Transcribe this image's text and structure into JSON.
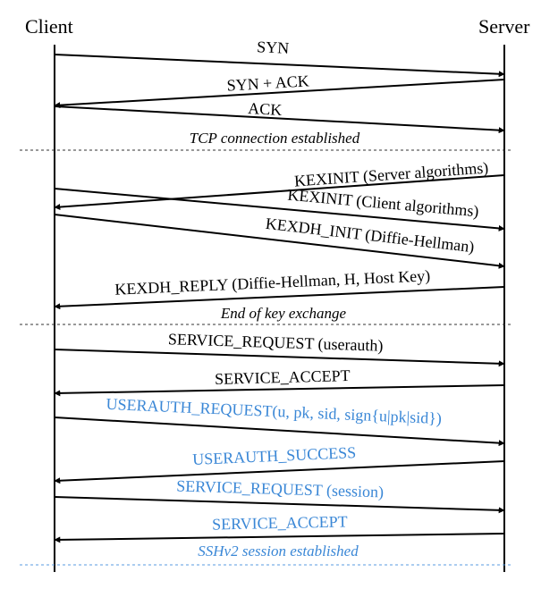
{
  "parties": {
    "client": "Client",
    "server": "Server"
  },
  "colors": {
    "black": "#000000",
    "blue": "#3a87d6",
    "dash_black": "#333333",
    "dash_blue": "#5a9be0"
  },
  "messages": [
    {
      "label": "SYN",
      "direction": "client-to-server",
      "color": "#000000"
    },
    {
      "label": "SYN + ACK",
      "direction": "server-to-client",
      "color": "#000000"
    },
    {
      "label": "ACK",
      "direction": "client-to-server",
      "color": "#000000"
    },
    {
      "label": "KEXINIT (Server algorithms)",
      "direction": "server-to-client",
      "color": "#000000"
    },
    {
      "label": "KEXINIT (Client algorithms)",
      "direction": "client-to-server",
      "color": "#000000"
    },
    {
      "label": "KEXDH_INIT (Diffie-Hellman)",
      "direction": "client-to-server",
      "color": "#000000"
    },
    {
      "label": "KEXDH_REPLY (Diffie-Hellman, H, Host Key)",
      "direction": "server-to-client",
      "color": "#000000"
    },
    {
      "label": "SERVICE_REQUEST (userauth)",
      "direction": "client-to-server",
      "color": "#000000"
    },
    {
      "label": "SERVICE_ACCEPT",
      "direction": "server-to-client",
      "color": "#000000"
    },
    {
      "label": "USERAUTH_REQUEST(u, pk, sid, sign{u|pk|sid})",
      "direction": "client-to-server",
      "color": "#3a87d6"
    },
    {
      "label": "USERAUTH_SUCCESS",
      "direction": "server-to-client",
      "color": "#3a87d6"
    },
    {
      "label": "SERVICE_REQUEST (session)",
      "direction": "client-to-server",
      "color": "#3a87d6"
    },
    {
      "label": "SERVICE_ACCEPT",
      "direction": "server-to-client",
      "color": "#3a87d6"
    }
  ],
  "notes": [
    {
      "label": "TCP connection established",
      "color": "#000000"
    },
    {
      "label": "End of key exchange",
      "color": "#000000"
    },
    {
      "label": "SSHv2 session established",
      "color": "#3a87d6"
    }
  ]
}
